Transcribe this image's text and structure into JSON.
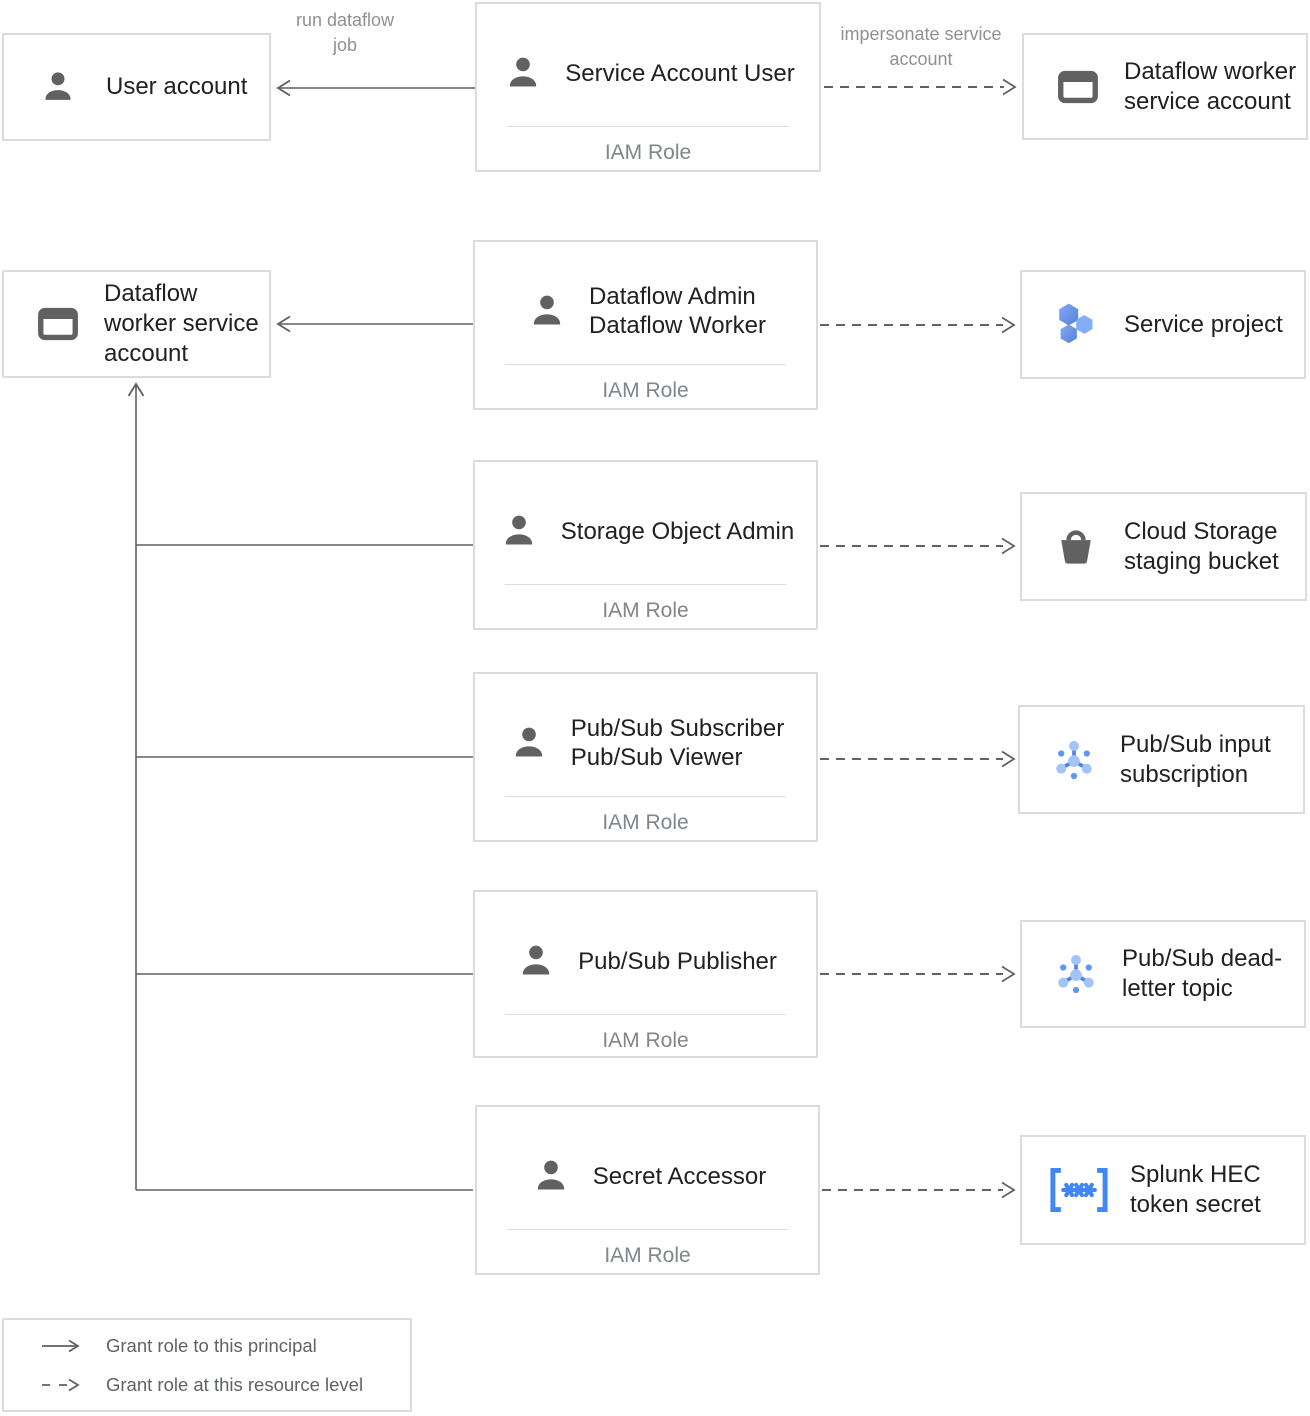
{
  "diagram": {
    "iam_role_label": "IAM Role",
    "edge_labels": {
      "run_dataflow_job": "run dataflow job",
      "impersonate_service_account": "impersonate service account"
    },
    "nodes": {
      "user_account": {
        "label": "User account"
      },
      "service_account_user": {
        "title": "Service Account User"
      },
      "dataflow_worker_service_account_top": {
        "label": "Dataflow worker service account"
      },
      "dataflow_worker_service_account_left": {
        "label": "Dataflow worker service account"
      },
      "dataflow_admin_worker": {
        "title_line1": "Dataflow Admin",
        "title_line2": "Dataflow Worker"
      },
      "service_project": {
        "label": "Service project"
      },
      "storage_object_admin": {
        "title": "Storage Object Admin"
      },
      "cloud_storage_staging_bucket": {
        "label": "Cloud Storage staging bucket"
      },
      "pubsub_subscriber_viewer": {
        "title_line1": "Pub/Sub Subscriber",
        "title_line2": "Pub/Sub Viewer"
      },
      "pubsub_input_subscription": {
        "label": "Pub/Sub input subscription"
      },
      "pubsub_publisher": {
        "title": "Pub/Sub Publisher"
      },
      "pubsub_dead_letter_topic": {
        "label": "Pub/Sub dead-letter topic"
      },
      "secret_accessor": {
        "title": "Secret Accessor"
      },
      "splunk_hec_token_secret": {
        "label": "Splunk HEC token secret"
      }
    },
    "legend": {
      "solid_arrow_label": "Grant role to this principal",
      "dashed_arrow_label": "Grant role at this resource level"
    },
    "colors": {
      "accent_blue": "#4285f4",
      "light_blue": "#a4c4f9",
      "icon_gray": "#616161",
      "border_gray": "#dadce0",
      "text_dark": "#212121",
      "text_gray": "#80868b"
    }
  }
}
